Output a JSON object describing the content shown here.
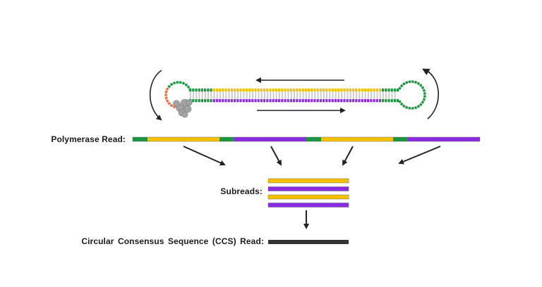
{
  "labels": {
    "polymerase_read": "Polymerase Read:",
    "subreads": "Subreads:",
    "ccs_read": "Circular Consensus Sequence (CCS) Read:"
  },
  "colors": {
    "adapter": "#1a9641",
    "insert_forward": "#f5c000",
    "insert_reverse": "#8a2be2",
    "ccs": "#333333",
    "polymerase": "#999999",
    "primer": "#f26b38",
    "arrow": "#222222"
  },
  "icons": {
    "polymerase": "polymerase-blob-icon",
    "arrows": "arrow-icon"
  },
  "polymerase_read_segments": [
    "adapter",
    "insert_forward",
    "adapter",
    "insert_reverse",
    "adapter",
    "insert_forward",
    "adapter",
    "insert_reverse"
  ],
  "subreads": [
    "insert_forward",
    "insert_reverse",
    "insert_forward",
    "insert_reverse"
  ]
}
